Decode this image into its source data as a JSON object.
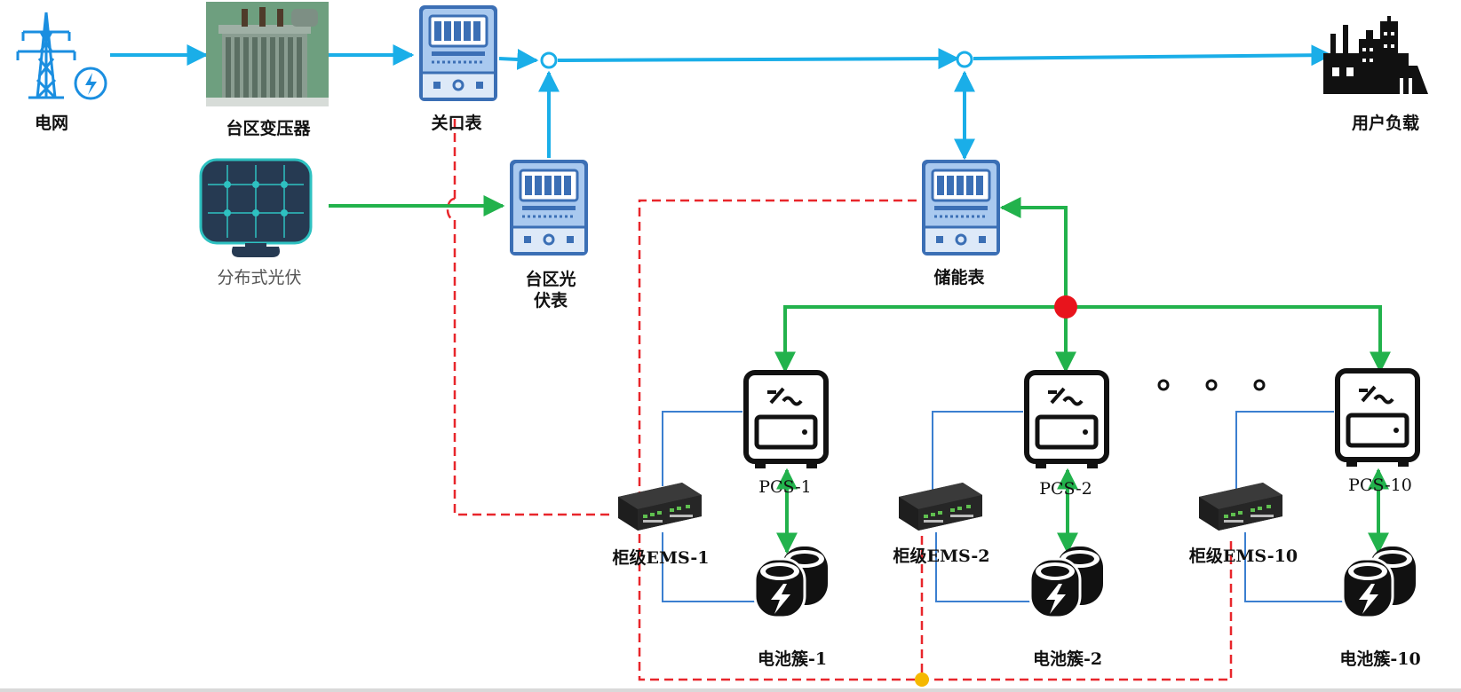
{
  "labels": {
    "grid": "电网",
    "transformer": "台区变压器",
    "gateway_meter": "关口表",
    "load": "用户负载",
    "pv": "分布式光伏",
    "pv_meter_line1": "台区光",
    "pv_meter_line2": "伏表",
    "storage_meter": "储能表",
    "pcs1": "PCS-1",
    "pcs2": "PCS-2",
    "pcs10": "PCS-10",
    "ems1": "柜级EMS-1",
    "ems2": "柜级EMS-2",
    "ems10": "柜级EMS-10",
    "bat1": "电池簇-1",
    "bat2": "电池簇-2",
    "bat10": "电池簇-10"
  },
  "colors": {
    "ac_line": "#1aaee8",
    "dc_line": "#22b24c",
    "comm_line": "#e8262b",
    "signal_line": "#3b7fd0",
    "junction_red": "#e8141c",
    "junction_yellow": "#f5b800",
    "meter_body": "#a9c9ef",
    "meter_border": "#3b6fb5"
  },
  "icons": {
    "grid": "power-tower-icon",
    "transformer": "transformer-photo-icon",
    "meter": "electric-meter-icon",
    "pv": "solar-panel-icon",
    "load": "factory-icon",
    "pcs": "inverter-icon",
    "ems": "controller-device-icon",
    "battery": "battery-cluster-icon",
    "ellipsis": "ellipsis-dots-icon"
  }
}
